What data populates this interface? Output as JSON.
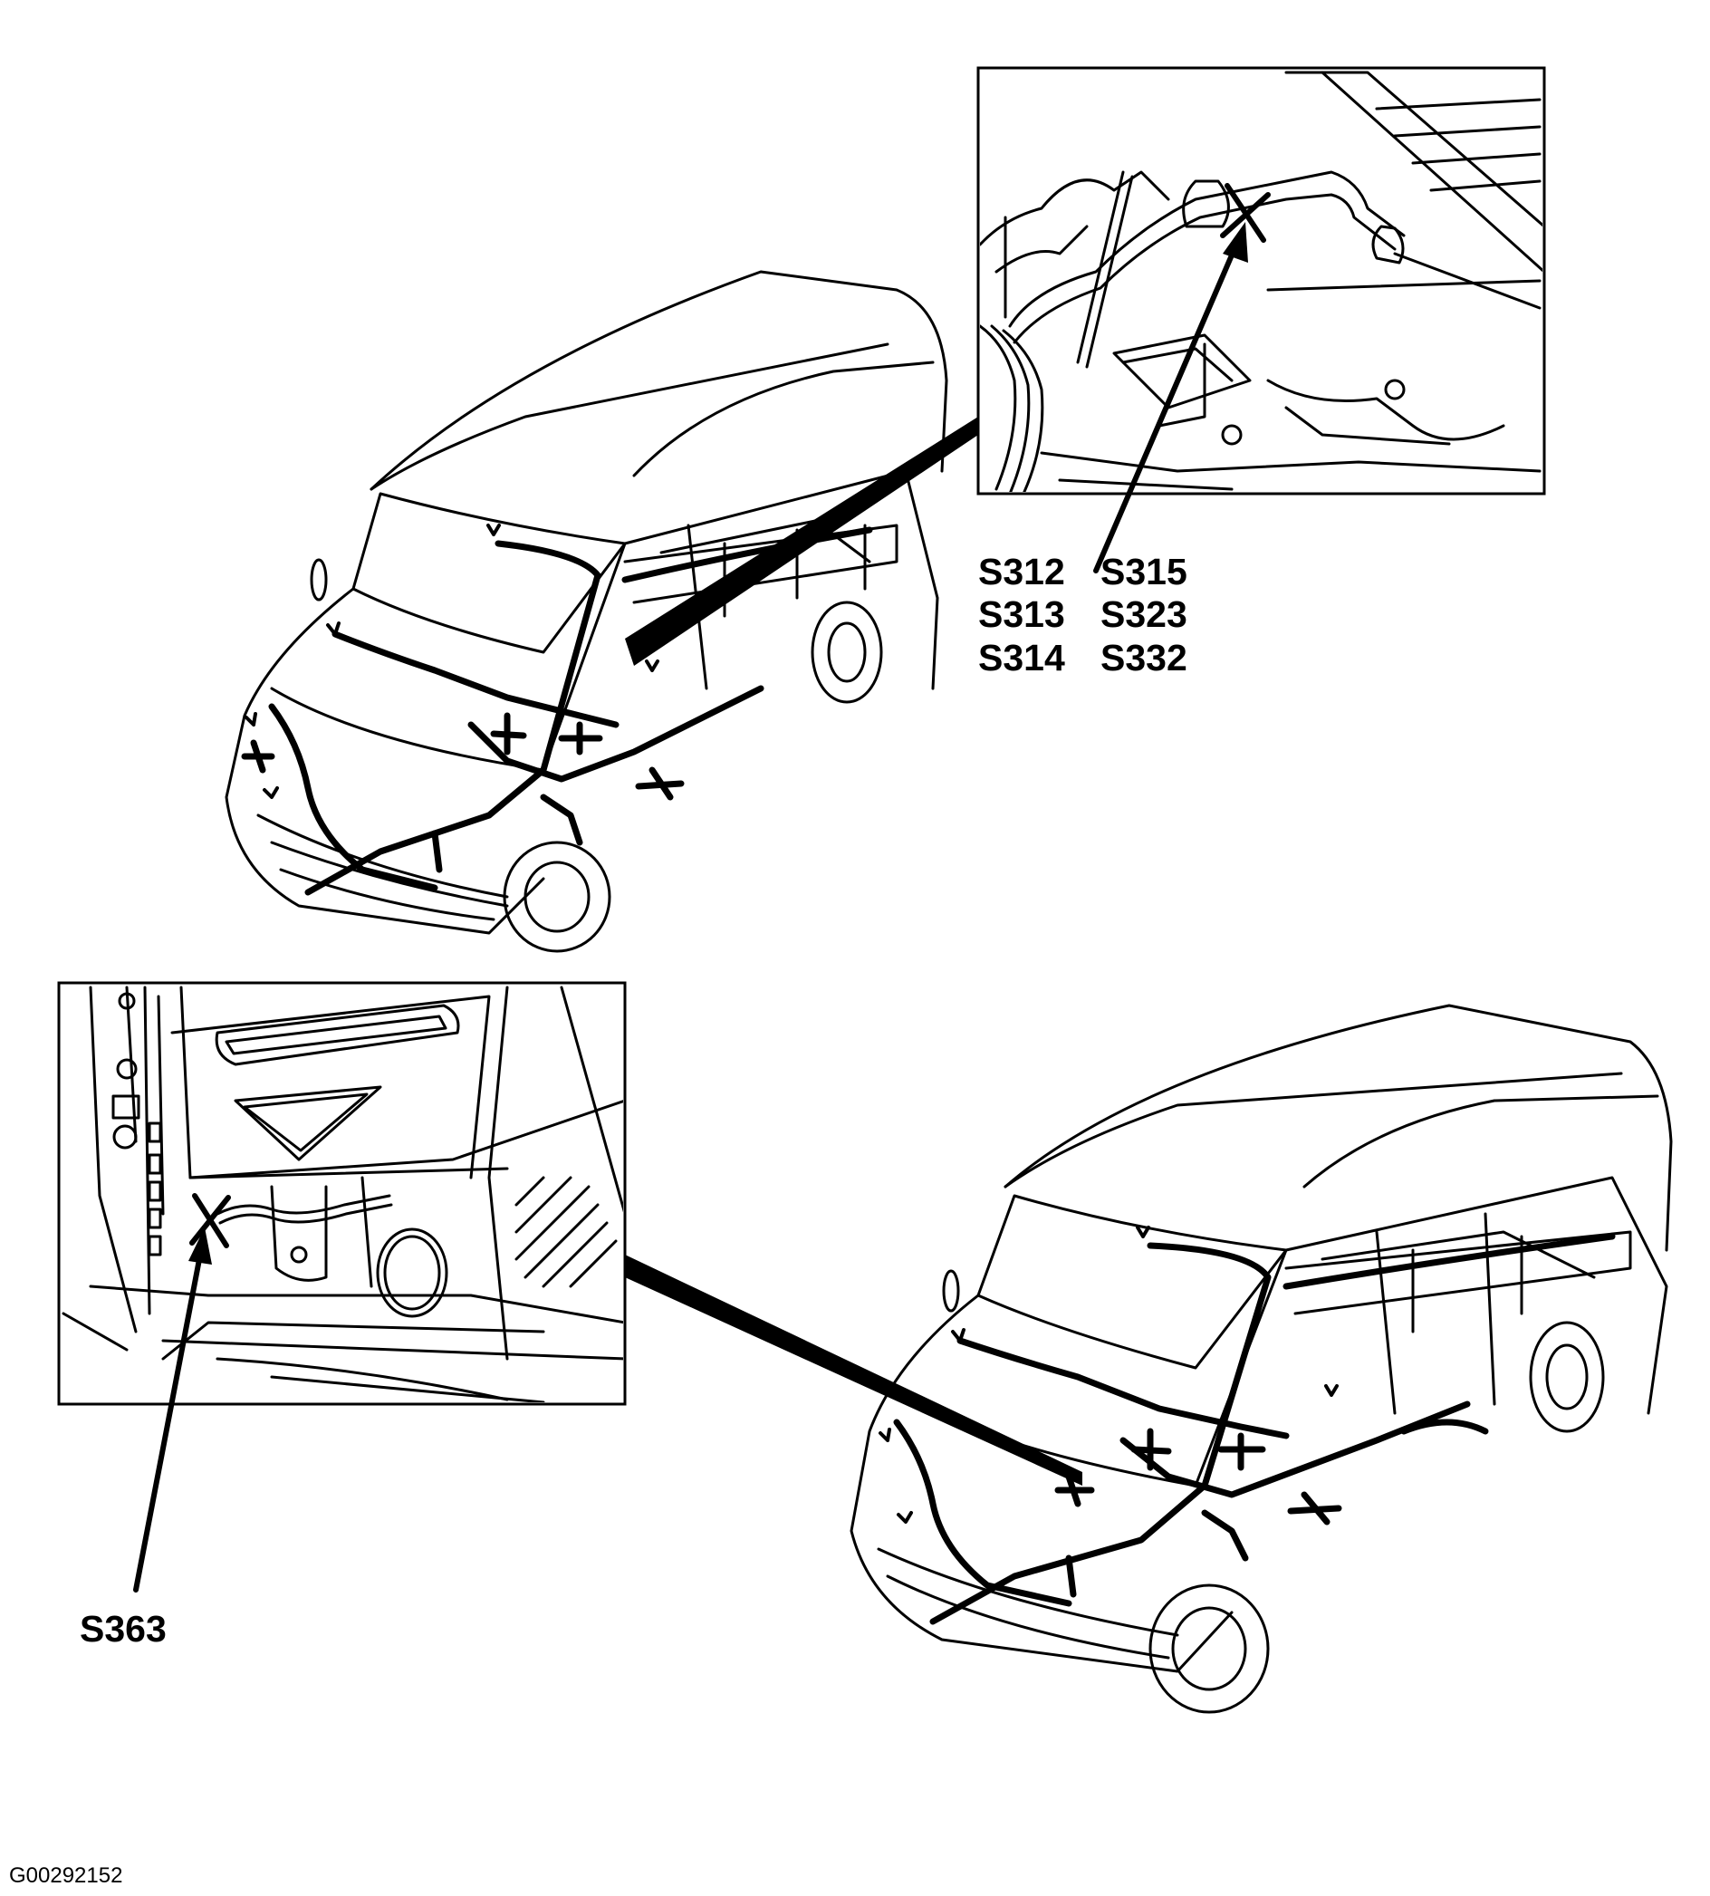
{
  "figure_id": "G00292152",
  "callouts": {
    "upper": {
      "labels": [
        "S312",
        "S313",
        "S314",
        "S315",
        "S323",
        "S332"
      ]
    },
    "lower": {
      "labels": [
        "S363"
      ]
    }
  },
  "colors": {
    "line": "#000000",
    "background": "#ffffff"
  }
}
